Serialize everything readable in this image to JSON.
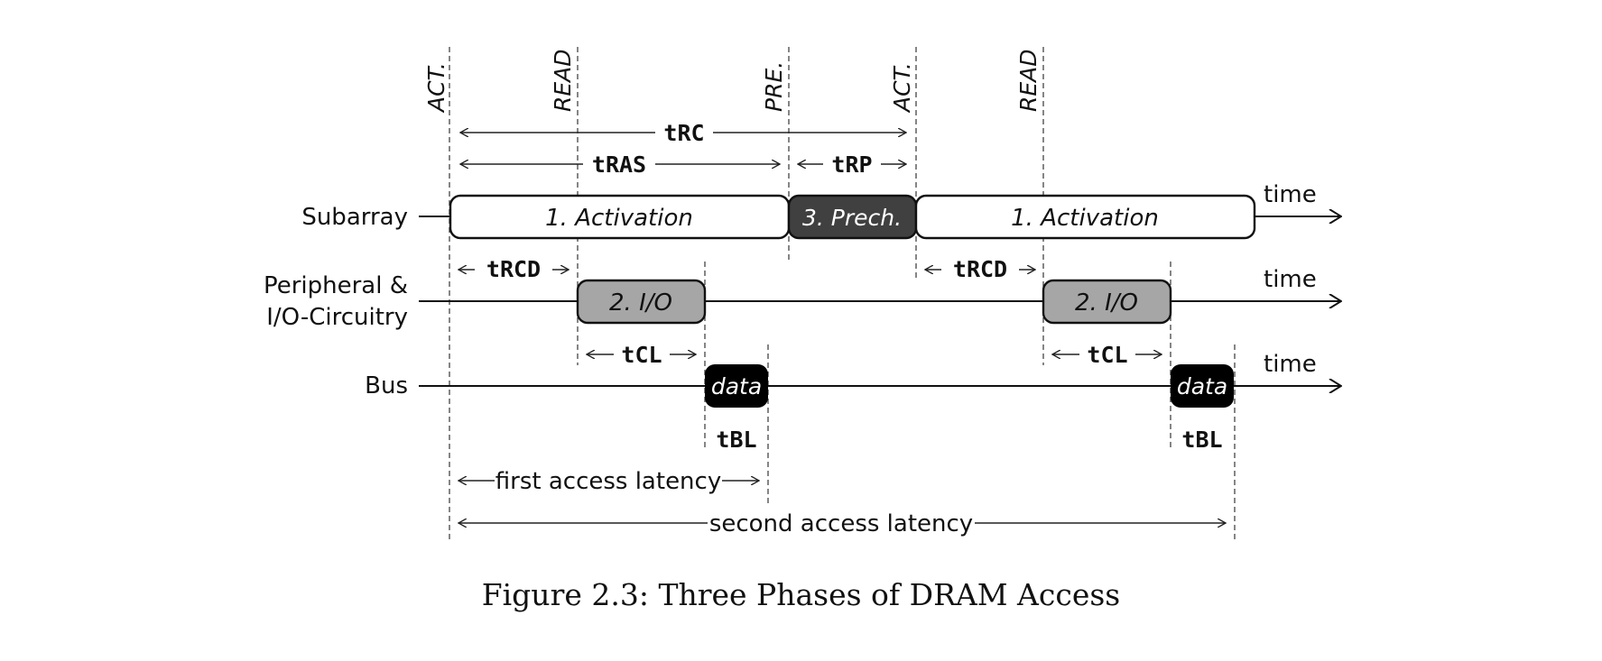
{
  "caption": "Figure 2.3: Three Phases of DRAM Access",
  "commands": [
    "ACT.",
    "READ",
    "PRE.",
    "ACT.",
    "READ"
  ],
  "rows": {
    "subarray": "Subarray",
    "peripheral_line1": "Peripheral &",
    "peripheral_line2": "I/O-Circuitry",
    "bus": "Bus"
  },
  "time_label": "time",
  "phases": {
    "activation": "1. Activation",
    "io": "2. I/O",
    "precharge": "3. Prech.",
    "data": "data"
  },
  "timings": {
    "tRC": "tRC",
    "tRAS": "tRAS",
    "tRP": "tRP",
    "tRCD": "tRCD",
    "tCL": "tCL",
    "tBL": "tBL"
  },
  "latencies": {
    "first": "first access latency",
    "second": "second access latency"
  },
  "colors": {
    "activation_fill": "#ffffff",
    "io_fill": "#a6a6a6",
    "precharge_fill": "#404040",
    "data_fill": "#000000"
  }
}
